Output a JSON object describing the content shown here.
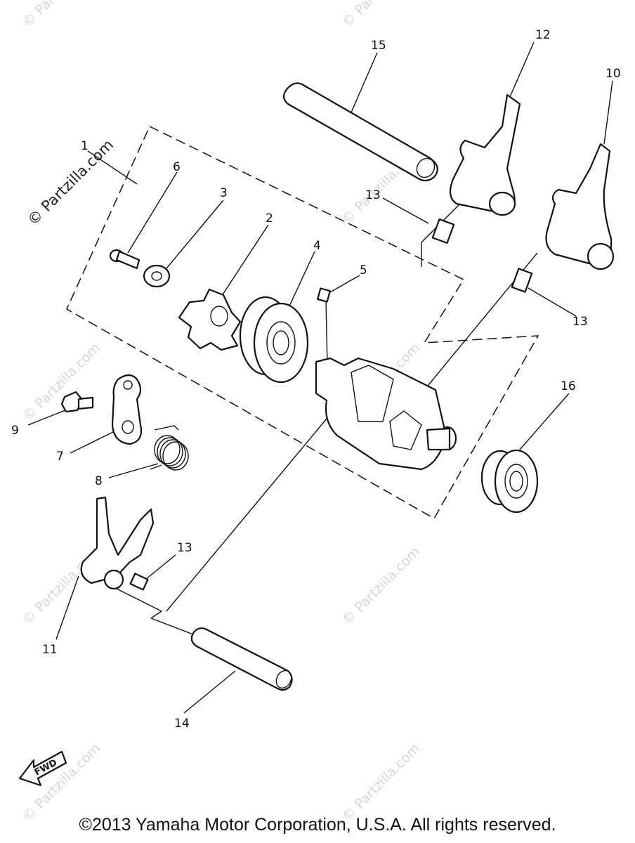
{
  "diagram": {
    "callouts": {
      "c1": "1",
      "c2": "2",
      "c3": "3",
      "c4": "4",
      "c5": "5",
      "c6": "6",
      "c7": "7",
      "c8": "8",
      "c9": "9",
      "c10": "10",
      "c11": "11",
      "c12": "12",
      "c13a": "13",
      "c13b": "13",
      "c13c": "13",
      "c14": "14",
      "c15": "15",
      "c16": "16"
    },
    "fwd_label": "FWD",
    "watermark": "© Partzilla.com",
    "copyright": "©2013 Yamaha Motor Corporation, U.S.A. All rights reserved."
  }
}
